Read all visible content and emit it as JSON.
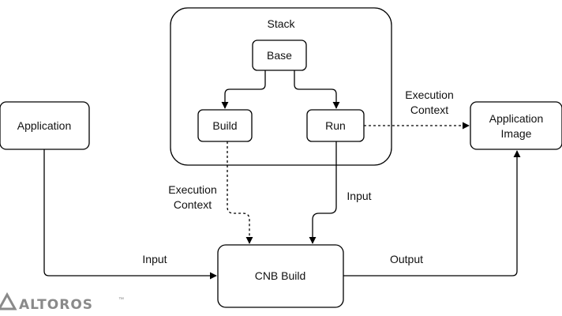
{
  "diagram": {
    "nodes": {
      "stack": "Stack",
      "base": "Base",
      "build": "Build",
      "run": "Run",
      "application": "Application",
      "application_image_line1": "Application",
      "application_image_line2": "Image",
      "cnb_build": "CNB Build"
    },
    "edge_labels": {
      "execution_context_top_line1": "Execution",
      "execution_context_top_line2": "Context",
      "execution_context_left_line1": "Execution",
      "execution_context_left_line2": "Context",
      "input_run": "Input",
      "input_application": "Input",
      "output": "Output"
    }
  },
  "logo": {
    "text": "ALTOROS",
    "trademark": "™",
    "color": "#8a8a8a"
  }
}
